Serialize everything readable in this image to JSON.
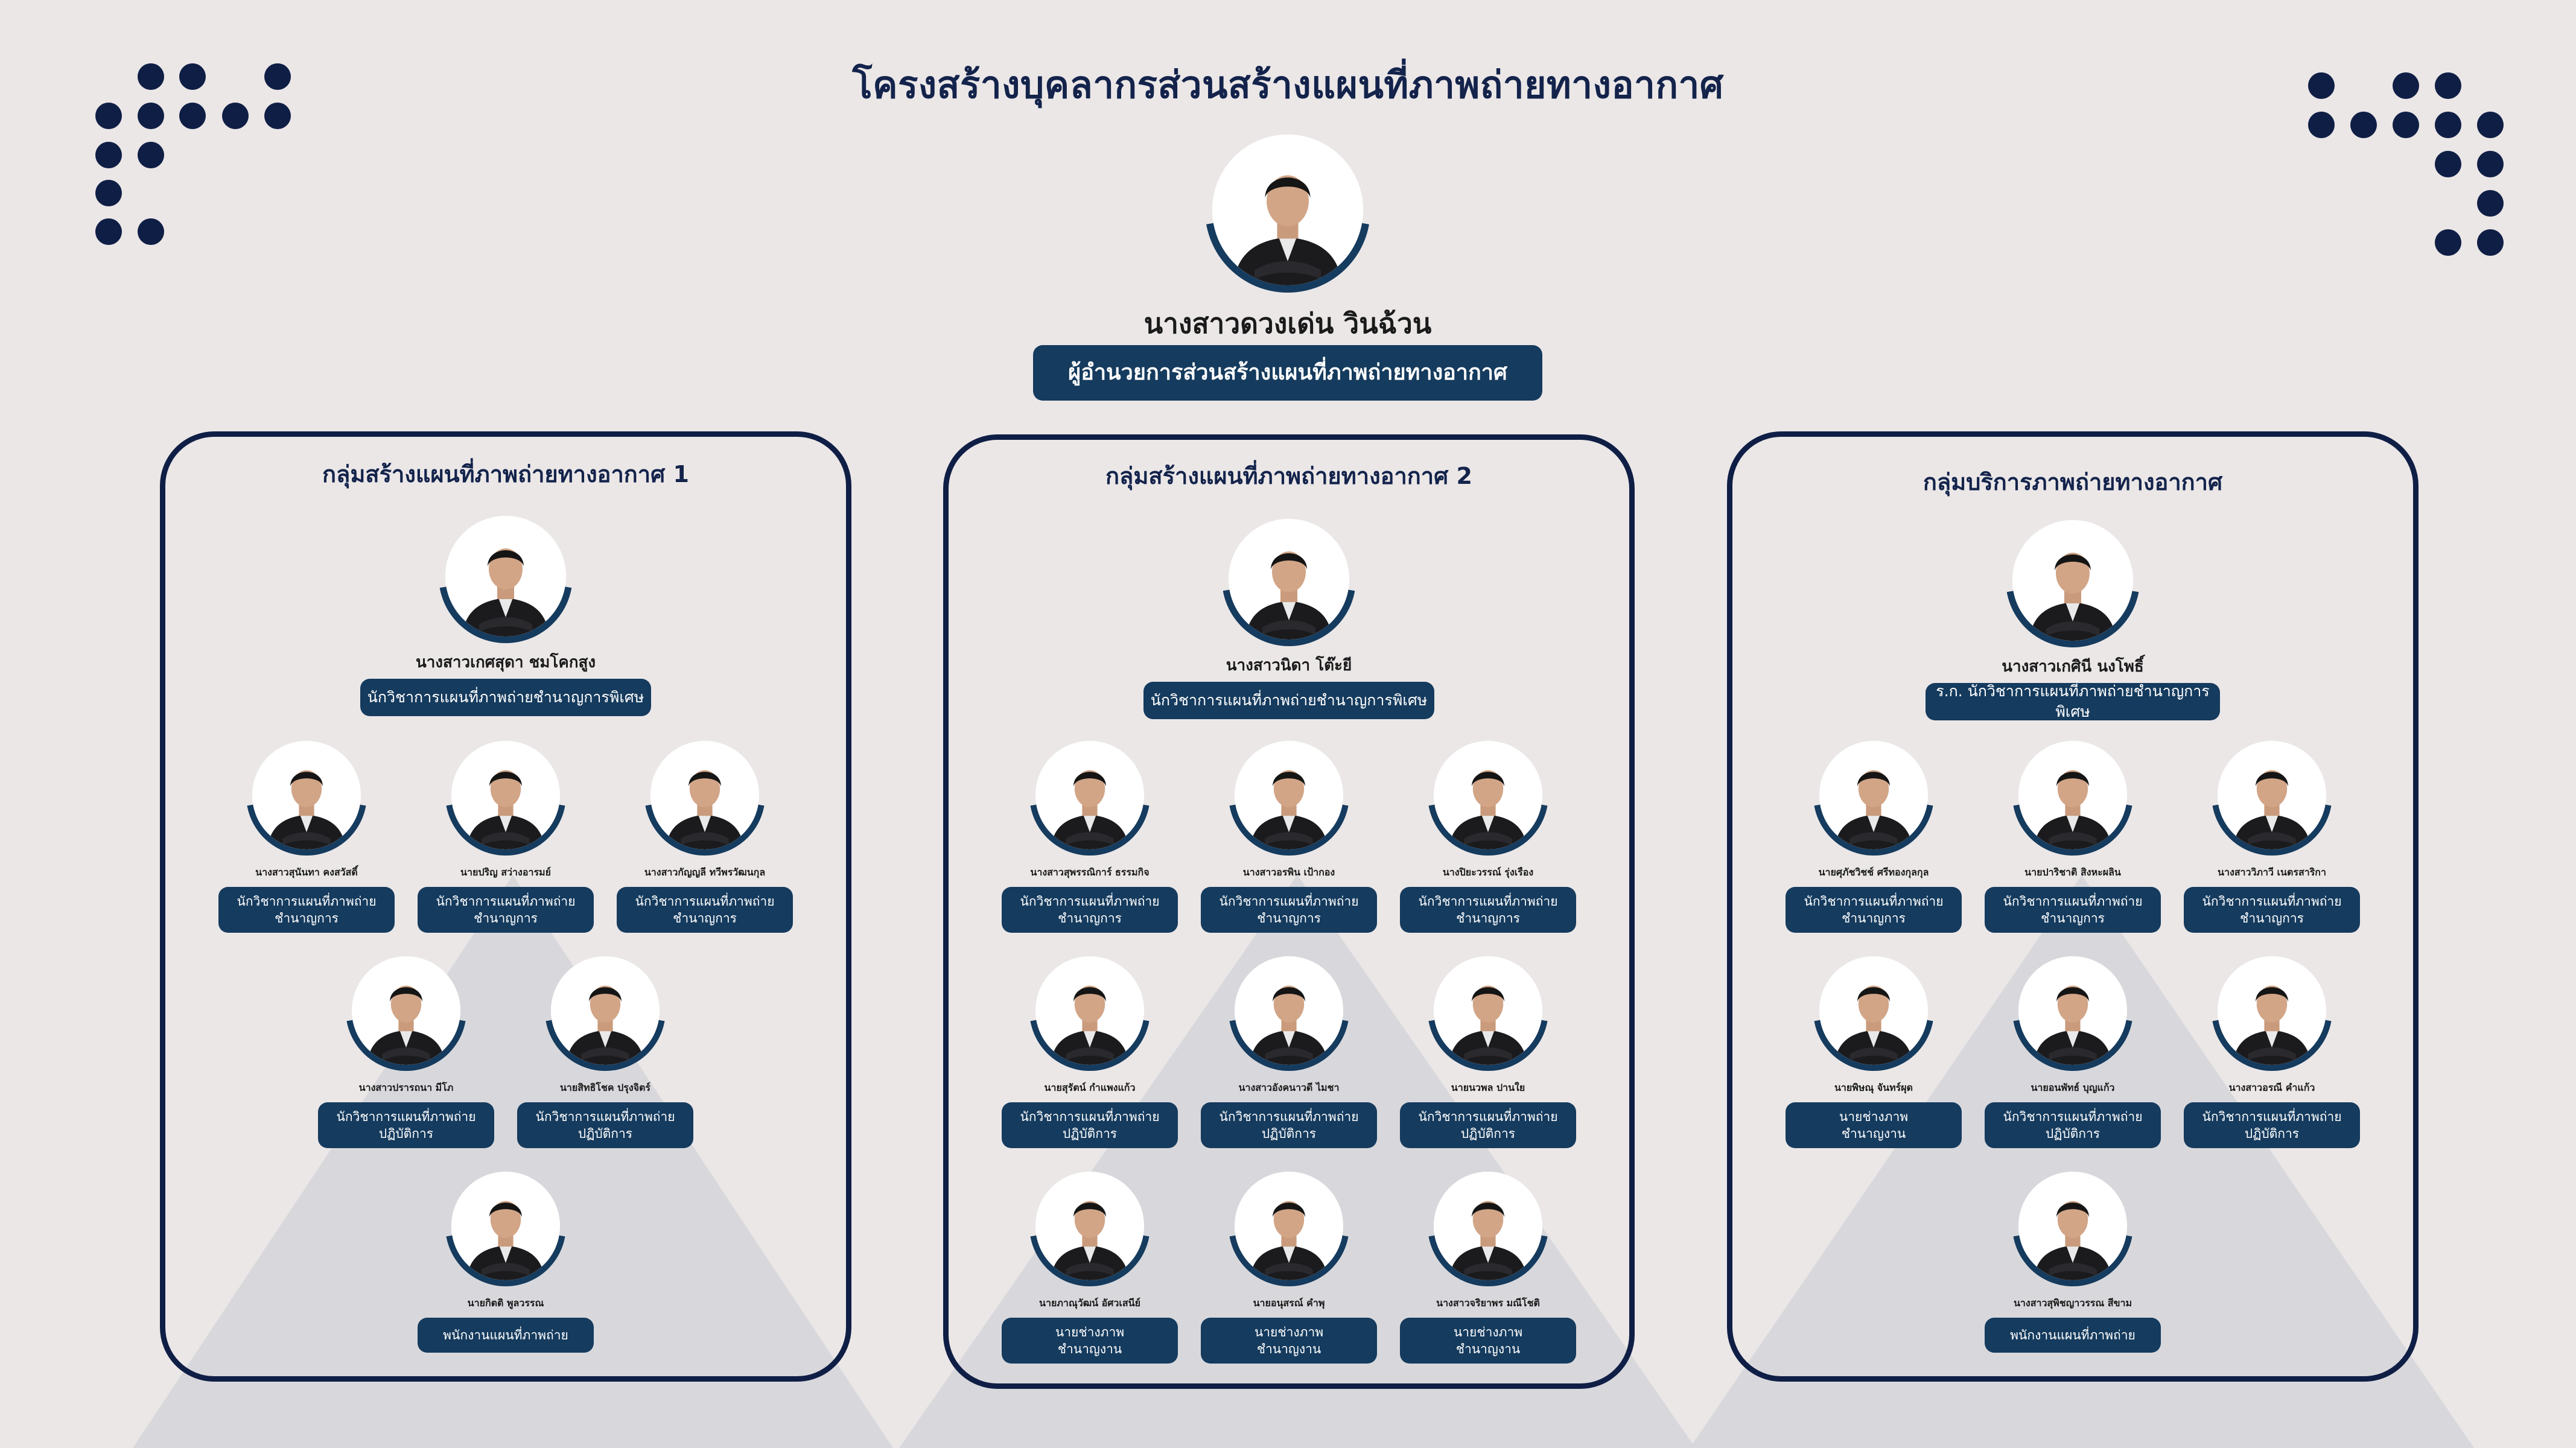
{
  "title": "โครงสร้างบุคลากรส่วนสร้างแผนที่ภาพถ่ายทางอากาศ",
  "colors": {
    "navy": "#0f1e45",
    "badge": "#153b5e",
    "background": "#ebe7e7",
    "triangle": "#d8d8dc"
  },
  "director": {
    "name": "นางสาวดวงเด่น วินฉ้วน",
    "position": "ผู้อำนวยการส่วนสร้างแผนที่ภาพถ่ายทางอากาศ"
  },
  "groups": [
    {
      "title": "กลุ่มสร้างแผนที่ภาพถ่ายทางอากาศ 1",
      "head": {
        "name": "นางสาวเกศสุดา ชมโคกสูง",
        "position": "นักวิชาการแผนที่ภาพถ่ายชำนาญการพิเศษ"
      },
      "members": [
        {
          "name": "นางสาวสุนันทา คงสวัสดิ์",
          "position": [
            "นักวิชาการแผนที่ภาพถ่าย",
            "ชำนาญการ"
          ]
        },
        {
          "name": "นายปริญ สว่างอารมย์",
          "position": [
            "นักวิชาการแผนที่ภาพถ่าย",
            "ชำนาญการ"
          ]
        },
        {
          "name": "นางสาวกัญญลี ทวีพรวัฒนกุล",
          "position": [
            "นักวิชาการแผนที่ภาพถ่าย",
            "ชำนาญการ"
          ]
        },
        {
          "name": "นางสาวปรารถนา มีโภ",
          "position": [
            "นักวิชาการแผนที่ภาพถ่าย",
            "ปฏิบัติการ"
          ]
        },
        {
          "name": "นายสิทธิโชค ปรุงจิตร์",
          "position": [
            "นักวิชาการแผนที่ภาพถ่าย",
            "ปฏิบัติการ"
          ]
        },
        {
          "name": "นายกิตติ พูลวรรณ",
          "position": [
            "พนักงานแผนที่ภาพถ่าย"
          ]
        }
      ]
    },
    {
      "title": "กลุ่มสร้างแผนที่ภาพถ่ายทางอากาศ 2",
      "head": {
        "name": "นางสาวนิดา โต๊ะยี",
        "position": "นักวิชาการแผนที่ภาพถ่ายชำนาญการพิเศษ"
      },
      "members": [
        {
          "name": "นางสาวสุพรรณิการ์ ธรรมกิจ",
          "position": [
            "นักวิชาการแผนที่ภาพถ่าย",
            "ชำนาญการ"
          ]
        },
        {
          "name": "นางสาวอรพิน เป้ากอง",
          "position": [
            "นักวิชาการแผนที่ภาพถ่าย",
            "ชำนาญการ"
          ]
        },
        {
          "name": "นางปิยะวรรณ์ รุ่งเรือง",
          "position": [
            "นักวิชาการแผนที่ภาพถ่าย",
            "ชำนาญการ"
          ]
        },
        {
          "name": "นายสุรัตน์ กำแพงแก้ว",
          "position": [
            "นักวิชาการแผนที่ภาพถ่าย",
            "ปฏิบัติการ"
          ]
        },
        {
          "name": "นางสาวอังคนาวดี ไมชา",
          "position": [
            "นักวิชาการแผนที่ภาพถ่าย",
            "ปฏิบัติการ"
          ]
        },
        {
          "name": "นายนวพล ปานใย",
          "position": [
            "นักวิชาการแผนที่ภาพถ่าย",
            "ปฏิบัติการ"
          ]
        },
        {
          "name": "นายภาณุวัฒน์ อัศวเสนีย์",
          "position": [
            "นายช่างภาพ",
            "ชำนาญงาน"
          ]
        },
        {
          "name": "นายอนุสรณ์ คำพุ",
          "position": [
            "นายช่างภาพ",
            "ชำนาญงาน"
          ]
        },
        {
          "name": "นางสาวจริยาพร มณีโชติ",
          "position": [
            "นายช่างภาพ",
            "ชำนาญงาน"
          ]
        }
      ]
    },
    {
      "title": "กลุ่มบริการภาพถ่ายทางอากาศ",
      "head": {
        "name": "นางสาวเกศินี นงโพธิ์",
        "position": "ร.ก. นักวิชาการแผนที่ภาพถ่ายชำนาญการพิเศษ"
      },
      "members": [
        {
          "name": "นายศุภัชวิชช์ ศรีทองกุลกุล",
          "position": [
            "นักวิชาการแผนที่ภาพถ่าย",
            "ชำนาญการ"
          ]
        },
        {
          "name": "นายปาริชาติ สิงหะผลิน",
          "position": [
            "นักวิชาการแผนที่ภาพถ่าย",
            "ชำนาญการ"
          ]
        },
        {
          "name": "นางสาววิภาวี เนตรสาริกา",
          "position": [
            "นักวิชาการแผนที่ภาพถ่าย",
            "ชำนาญการ"
          ]
        },
        {
          "name": "นายพิษณุ จันทร์ผุด",
          "position": [
            "นายช่างภาพ",
            "ชำนาญงาน"
          ]
        },
        {
          "name": "นายอนพัทธ์ บุญแก้ว",
          "position": [
            "นักวิชาการแผนที่ภาพถ่าย",
            "ปฏิบัติการ"
          ]
        },
        {
          "name": "นางสาวอรณี คำแก้ว",
          "position": [
            "นักวิชาการแผนที่ภาพถ่าย",
            "ปฏิบัติการ"
          ]
        },
        {
          "name": "นางสาวสุพิชญาวรรณ สีขาม",
          "position": [
            "พนักงานแผนที่ภาพถ่าย"
          ]
        }
      ]
    }
  ]
}
